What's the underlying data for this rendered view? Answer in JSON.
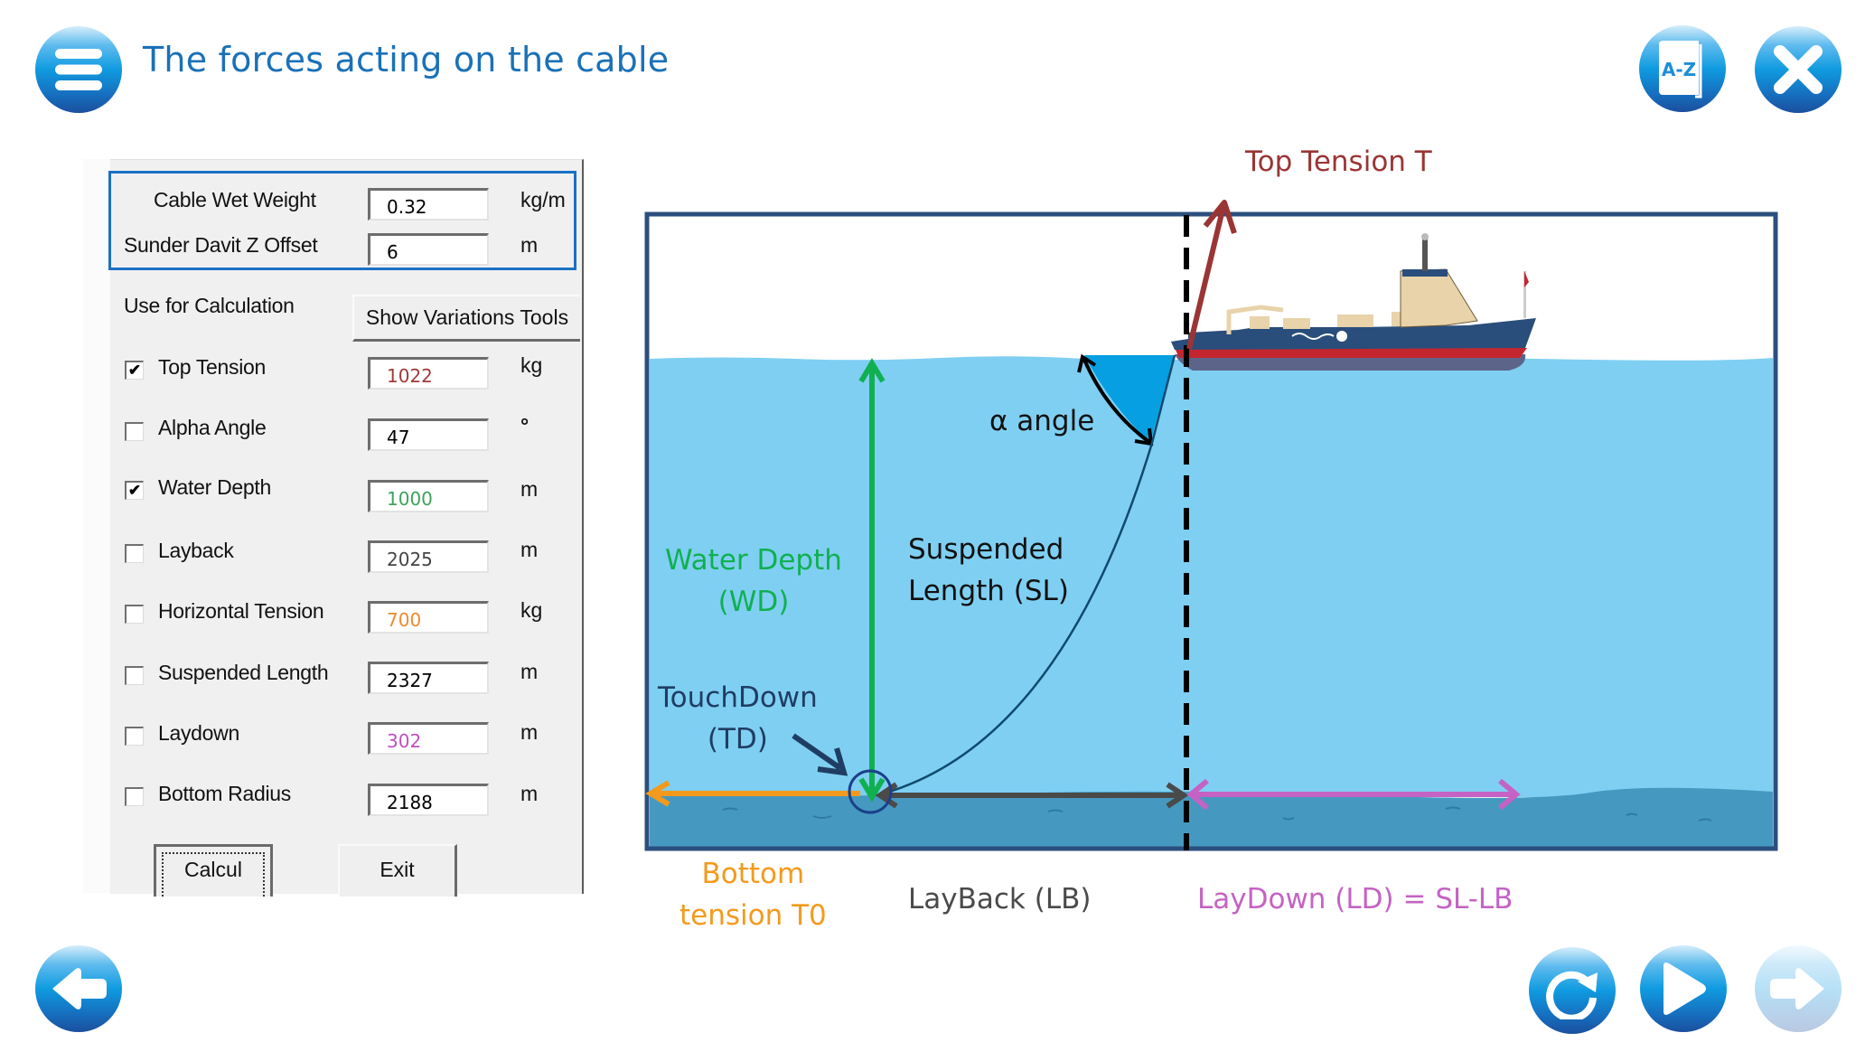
{
  "header": {
    "title": "The forces acting on the cable",
    "menu_icon": "hamburger-menu-icon",
    "glossary_label": "A-Z",
    "glossary_icon": "glossary-book-icon",
    "close_icon": "close-x-icon"
  },
  "panel": {
    "group": [
      {
        "label": "Cable Wet Weight",
        "value": "0.32",
        "unit": "kg/m"
      },
      {
        "label": "Sunder Davit Z Offset",
        "value": "6",
        "unit": "m"
      }
    ],
    "use_for_calculation_label": "Use for Calculation",
    "show_variations_button": "Show Variations Tools",
    "fields": [
      {
        "label": "Top Tension",
        "value": "1022",
        "unit": "kg",
        "checked": true,
        "value_color": "#a03a3a"
      },
      {
        "label": "Alpha Angle",
        "value": "47",
        "unit": "°",
        "checked": false,
        "value_color": "#000000"
      },
      {
        "label": "Water Depth",
        "value": "1000",
        "unit": "m",
        "checked": true,
        "value_color": "#3da35a"
      },
      {
        "label": "Layback",
        "value": "2025",
        "unit": "m",
        "checked": false,
        "value_color": "#444444"
      },
      {
        "label": "Horizontal Tension",
        "value": "700",
        "unit": "kg",
        "checked": false,
        "value_color": "#f08a2c"
      },
      {
        "label": "Suspended Length",
        "value": "2327",
        "unit": "m",
        "checked": false,
        "value_color": "#000000"
      },
      {
        "label": "Laydown",
        "value": "302",
        "unit": "m",
        "checked": false,
        "value_color": "#c050c0"
      },
      {
        "label": "Bottom Radius",
        "value": "2188",
        "unit": "m",
        "checked": false,
        "value_color": "#000000"
      }
    ],
    "check_mark": "✔",
    "calcul_button": "Calcul",
    "exit_button": "Exit"
  },
  "diagram": {
    "top_tension_label": "Top Tension T",
    "alpha_label": "α angle",
    "water_depth_label_1": "Water Depth",
    "water_depth_label_2": "(WD)",
    "suspended_label_1": "Suspended",
    "suspended_label_2": "Length (SL)",
    "touchdown_label_1": "TouchDown",
    "touchdown_label_2": "(TD)",
    "bottom_tension_label_1": "Bottom",
    "bottom_tension_label_2": "tension T0",
    "layback_label": "LayBack (LB)",
    "laydown_label": "LayDown (LD) = SL-LB",
    "colors": {
      "top_tension": "#9b3535",
      "water_depth": "#10b050",
      "bottom_tension": "#f39a1c",
      "layback": "#4a4a4a",
      "laydown": "#c463c4",
      "touchdown": "#1f3d63",
      "water": "#7fcff2",
      "seabed": "#4599c0",
      "frame": "#2b4f7e"
    }
  },
  "footer": {
    "back_icon": "back-arrow-icon",
    "replay_icon": "replay-icon",
    "play_icon": "play-icon",
    "next_icon": "next-arrow-icon"
  }
}
